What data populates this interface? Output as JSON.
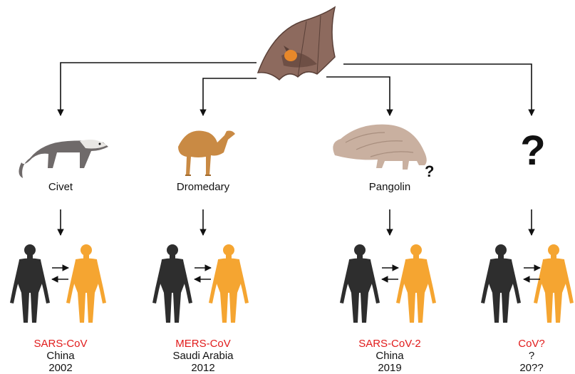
{
  "colors": {
    "virus": "#e11b1b",
    "human_dark": "#2e2e2e",
    "human_orange": "#f5a531",
    "arrow": "#111111"
  },
  "source": {
    "icon": "bat-icon"
  },
  "columns": [
    {
      "animal": "Civet",
      "icon": "civet-icon",
      "virus": "SARS-CoV",
      "location": "China",
      "year": "2002"
    },
    {
      "animal": "Dromedary",
      "icon": "dromedary-icon",
      "virus": "MERS-CoV",
      "location": "Saudi Arabia",
      "year": "2012"
    },
    {
      "animal": "Pangolin",
      "icon": "pangolin-icon",
      "uncertain_mark": "?",
      "virus": "SARS-CoV-2",
      "location": "China",
      "year": "2019"
    },
    {
      "animal": "",
      "icon": "question-mark-icon",
      "unknown_mark": "?",
      "virus": "CoV?",
      "location": "?",
      "year": "20??"
    }
  ]
}
